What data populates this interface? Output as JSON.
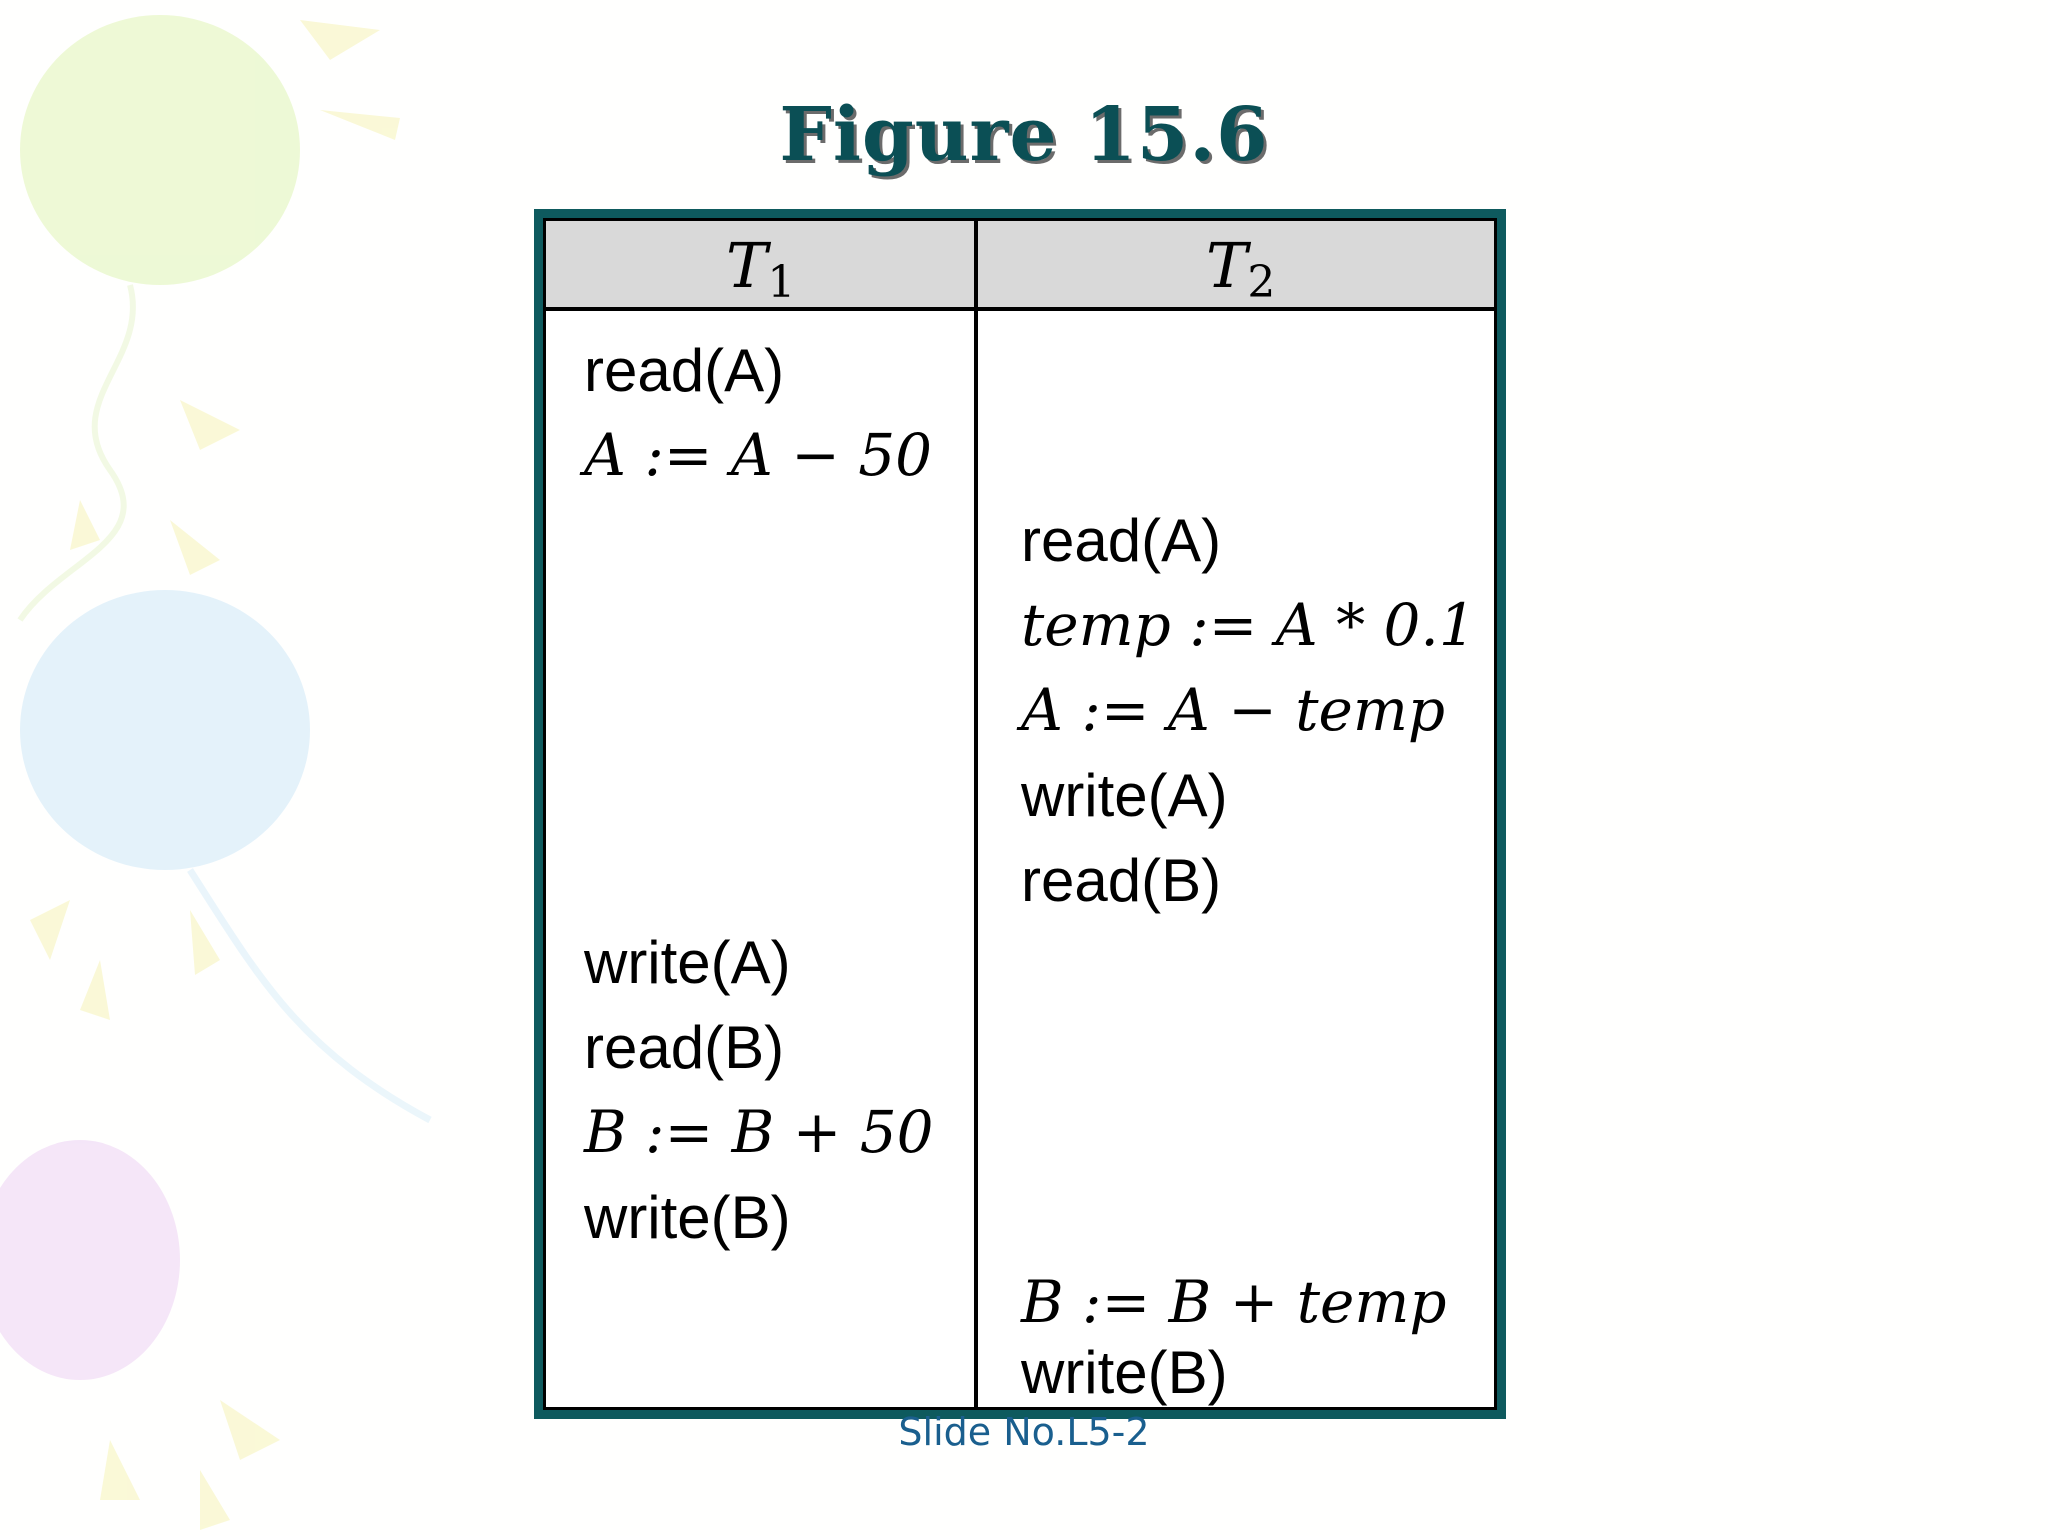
{
  "slide": {
    "title": "Figure 15.6",
    "footer": "Slide No.L5-2"
  },
  "schedule": {
    "t1_header": "T",
    "t1_sub": "1",
    "t2_header": "T",
    "t2_sub": "2",
    "t1_ops": [
      "read(A)",
      "A := A − 50",
      "write(A)",
      "read(B)",
      "B := B + 50",
      "write(B)"
    ],
    "t2_ops": [
      "read(A)",
      "temp := A * 0.1",
      "A := A − temp",
      "write(A)",
      "read(B)",
      "B := B + temp",
      "write(B)"
    ]
  },
  "colors": {
    "title": "#0b4f55",
    "frame": "#0e5a5e",
    "header_fill": "#d9d9d9",
    "footer": "#1a5f8e"
  }
}
